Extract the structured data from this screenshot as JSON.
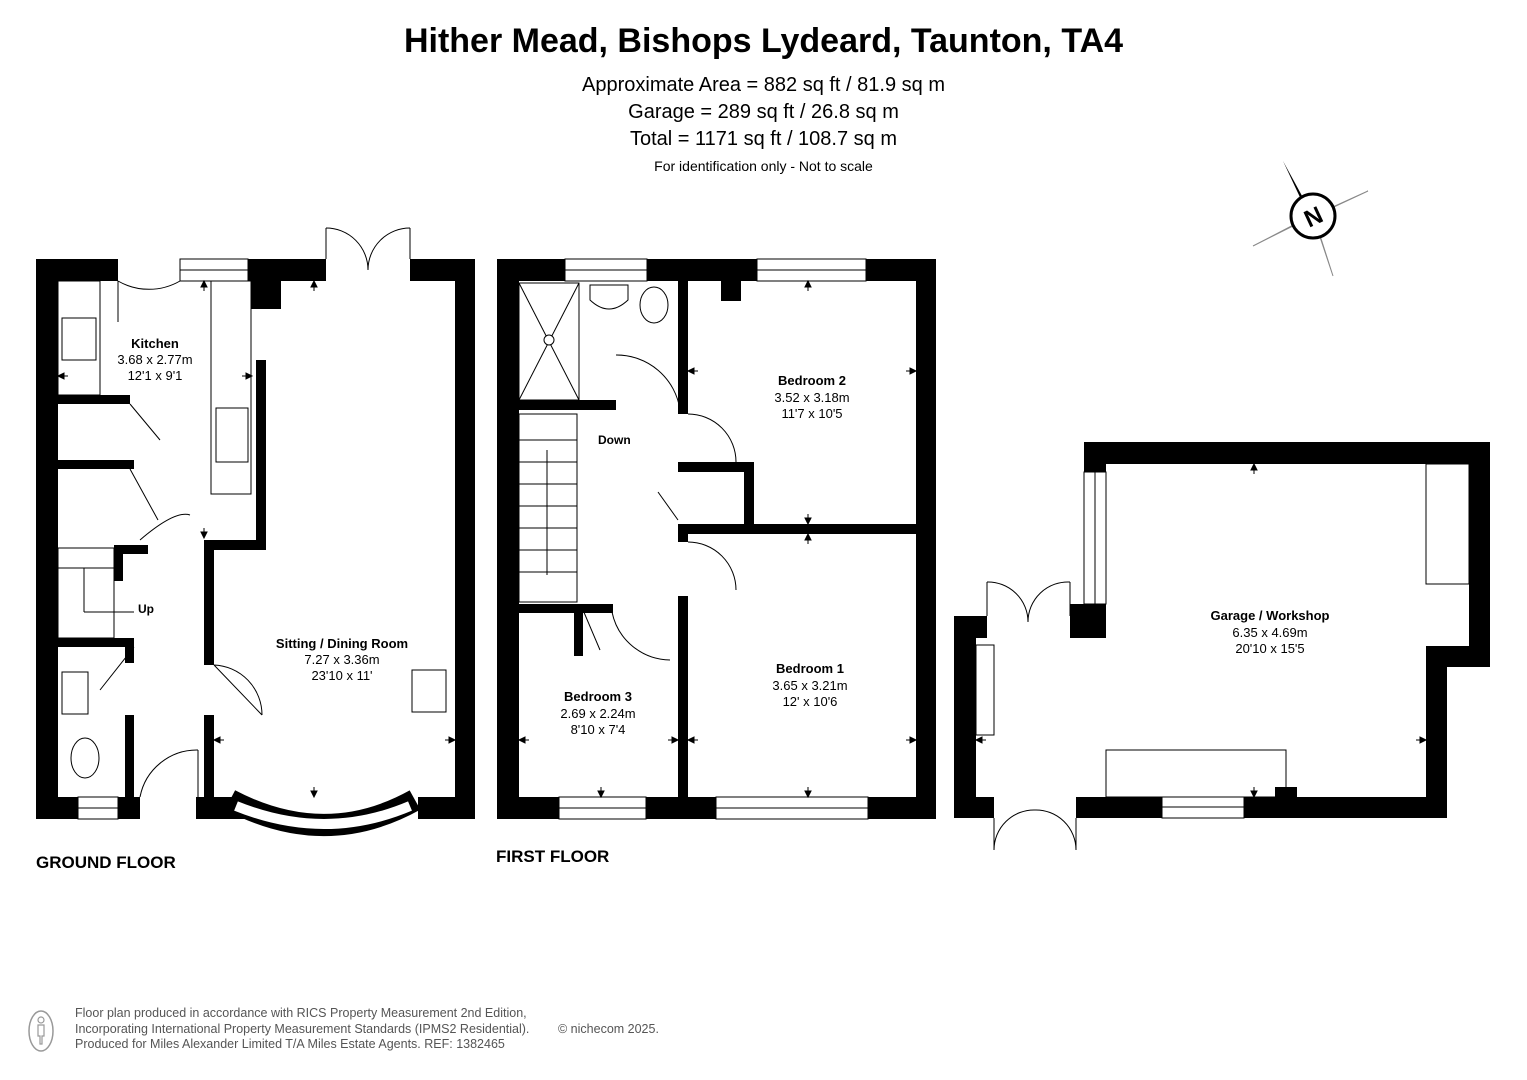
{
  "header": {
    "title": "Hither Mead, Bishops Lydeard, Taunton, TA4",
    "area": "Approximate Area = 882 sq ft / 81.9 sq m",
    "garage": "Garage = 289 sq ft / 26.8 sq m",
    "total": "Total = 1171 sq ft / 108.7 sq m",
    "note": "For identification only - Not to scale"
  },
  "compass": {
    "label": "N",
    "icon": "north-compass-icon"
  },
  "floors": {
    "ground": "GROUND FLOOR",
    "first": "FIRST FLOOR"
  },
  "rooms": {
    "kitchen": {
      "name": "Kitchen",
      "metric": "3.68 x 2.77m",
      "imperial": "12'1 x 9'1"
    },
    "sitting": {
      "name": "Sitting / Dining Room",
      "metric": "7.27 x 3.36m",
      "imperial": "23'10 x 11'"
    },
    "bed2": {
      "name": "Bedroom 2",
      "metric": "3.52 x 3.18m",
      "imperial": "11'7 x 10'5"
    },
    "bed1": {
      "name": "Bedroom 1",
      "metric": "3.65 x 3.21m",
      "imperial": "12' x 10'6"
    },
    "bed3": {
      "name": "Bedroom 3",
      "metric": "2.69 x 2.24m",
      "imperial": "8'10 x 7'4"
    },
    "garage": {
      "name": "Garage / Workshop",
      "metric": "6.35 x 4.69m",
      "imperial": "20'10 x 15'5"
    }
  },
  "stairs": {
    "up": "Up",
    "down": "Down"
  },
  "footer": {
    "line1": "Floor plan produced in accordance with RICS Property Measurement 2nd Edition,",
    "line2": "Incorporating International Property Measurement Standards (IPMS2 Residential).",
    "line3": "Produced for Miles Alexander Limited T/A Miles Estate Agents.   REF: 1382465",
    "copyright": "© nichecom 2025."
  }
}
